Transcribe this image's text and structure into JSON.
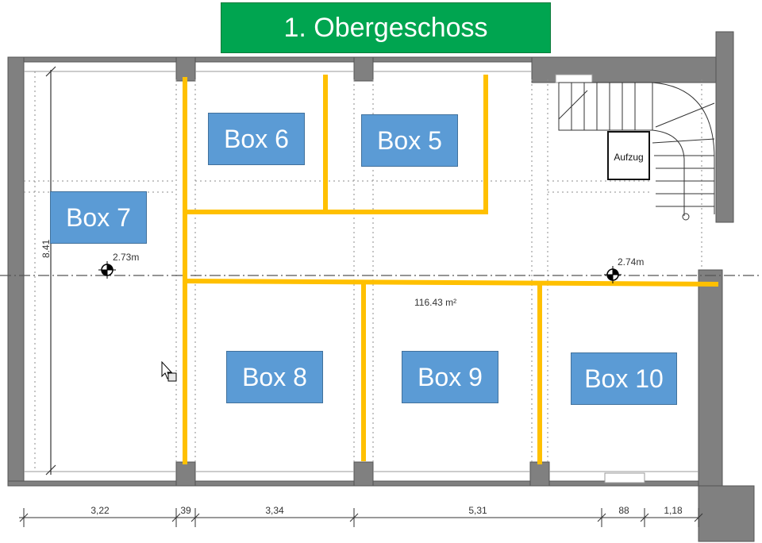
{
  "title": "1. Obergeschoss",
  "colors": {
    "banner": "#00A550",
    "box": "#5B9BD5",
    "partition": "#FFC000",
    "wall": "#808080"
  },
  "boxes": [
    {
      "id": "box-6",
      "label": "Box 6"
    },
    {
      "id": "box-5",
      "label": "Box 5"
    },
    {
      "id": "box-7",
      "label": "Box 7"
    },
    {
      "id": "box-8",
      "label": "Box 8"
    },
    {
      "id": "box-9",
      "label": "Box 9"
    },
    {
      "id": "box-10",
      "label": "Box 10"
    }
  ],
  "labels": {
    "elevator": "Aufzug",
    "area": "116.43 m²",
    "height_left": "2.73m",
    "height_right": "2.74m",
    "room_depth": "8.41"
  },
  "dimensions": [
    "3,22",
    "39",
    "3,34",
    "5,31",
    "88",
    "1,18"
  ],
  "icons": {
    "cursor": "move-cursor-icon",
    "height_marker": "crosshair-marker-icon"
  }
}
